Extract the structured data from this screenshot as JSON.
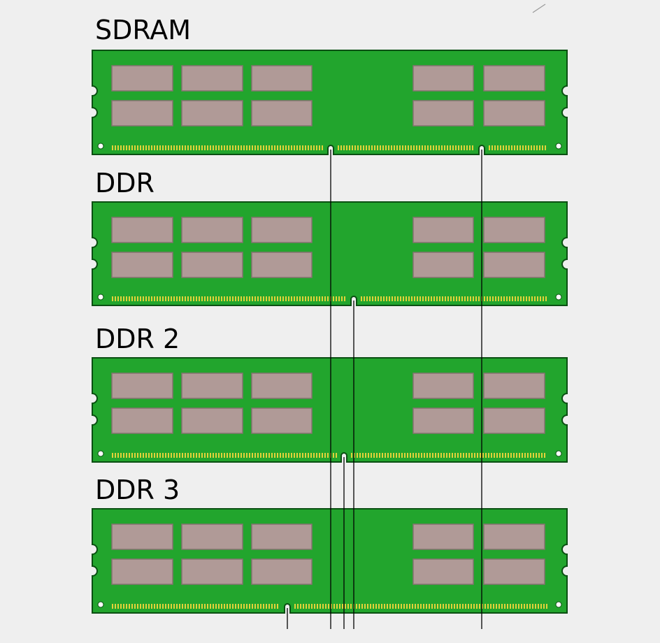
{
  "modules": [
    {
      "label": "SDRAM"
    },
    {
      "label": "DDR"
    },
    {
      "label": "DDR 2"
    },
    {
      "label": "DDR 3"
    }
  ],
  "colors": {
    "board": "#22a52d",
    "board_edge": "#0a4f12",
    "chip": "#b09a97",
    "chip_edge": "#857370",
    "contact": "#e2d23a",
    "background": "#efefef",
    "guide_line": "#000000"
  }
}
